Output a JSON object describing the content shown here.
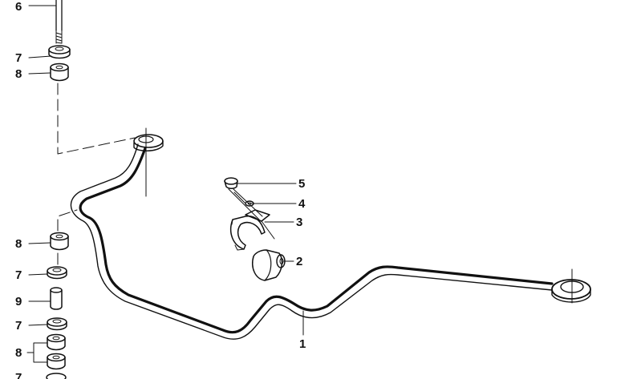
{
  "diagram": {
    "callouts": [
      {
        "id": "c6",
        "label": "6"
      },
      {
        "id": "c7a",
        "label": "7"
      },
      {
        "id": "c8a",
        "label": "8"
      },
      {
        "id": "c5",
        "label": "5"
      },
      {
        "id": "c4",
        "label": "4"
      },
      {
        "id": "c3",
        "label": "3"
      },
      {
        "id": "c2",
        "label": "2"
      },
      {
        "id": "c8b",
        "label": "8"
      },
      {
        "id": "c7b",
        "label": "7"
      },
      {
        "id": "c9",
        "label": "9"
      },
      {
        "id": "c7c",
        "label": "7"
      },
      {
        "id": "c8c",
        "label": "8"
      },
      {
        "id": "c1",
        "label": "1"
      },
      {
        "id": "c7d",
        "label": "7"
      }
    ]
  }
}
